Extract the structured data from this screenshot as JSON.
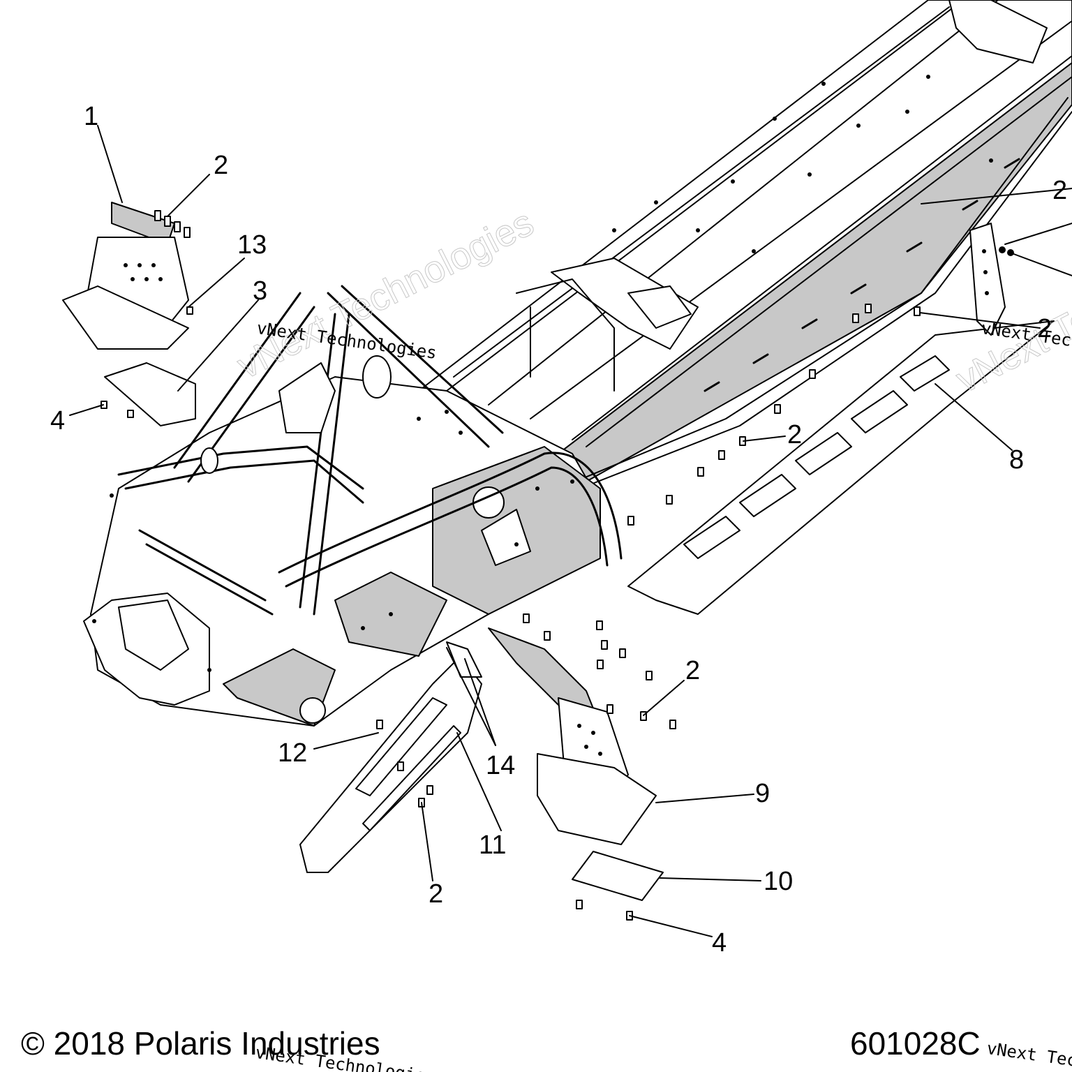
{
  "diagram": {
    "callouts": [
      "1",
      "2",
      "13",
      "3",
      "4",
      "2",
      "8",
      "2",
      "2",
      "12",
      "14",
      "9",
      "11",
      "10",
      "2",
      "4",
      "2"
    ],
    "colors": {
      "line": "#000000",
      "panel_fill": "#c8c8c8",
      "background": "#ffffff"
    }
  },
  "footer": {
    "copyright": "© 2018 Polaris Industries",
    "diagram_number": "601028C"
  },
  "watermark": {
    "text": "vNext Technologies"
  }
}
